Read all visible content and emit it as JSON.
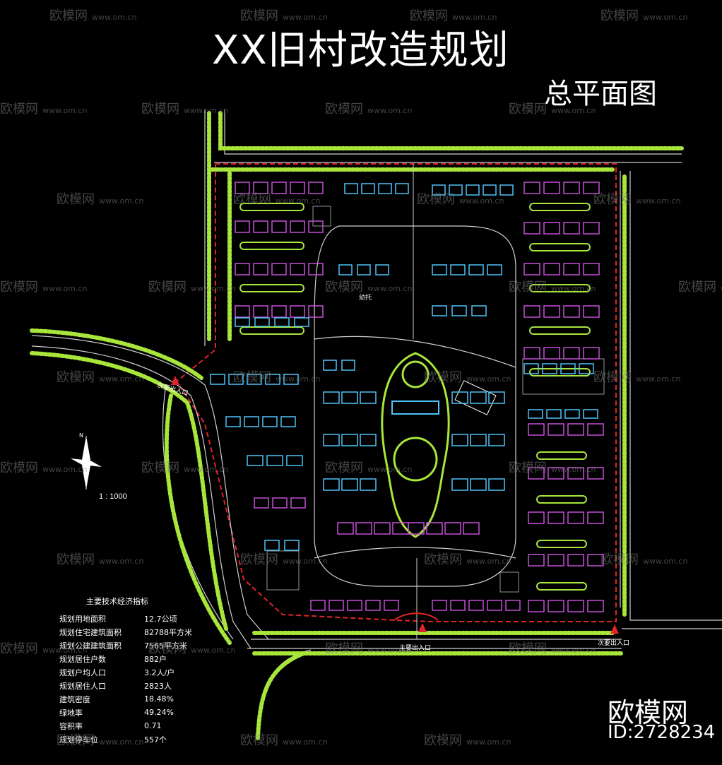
{
  "title": "XX旧村改造规划",
  "subtitle": "总平面图",
  "scale": "1 : 1000",
  "north_label": "N",
  "entrance_main": "主要出入口",
  "entrance_secondary": "次要出入口",
  "entrance_west": "次要出入口",
  "kindergarten_label": "幼托",
  "table": {
    "title": "主要技术经济指标",
    "rows": [
      {
        "label": "规划用地面积",
        "value": "12.7公顷"
      },
      {
        "label": "规划住宅建筑面积",
        "value": "82788平方米"
      },
      {
        "label": "规划公建建筑面积",
        "value": "7565平方米"
      },
      {
        "label": "规划居住户数",
        "value": "882户"
      },
      {
        "label": "规划户均人口",
        "value": "3.2人/户"
      },
      {
        "label": "规划居住人口",
        "value": "2823人"
      },
      {
        "label": "建筑密度",
        "value": "18.48%"
      },
      {
        "label": "绿地率",
        "value": "49.24%"
      },
      {
        "label": "容积率",
        "value": "0.71"
      },
      {
        "label": "规划停车位",
        "value": "557个"
      }
    ]
  },
  "brand": "欧模网",
  "brand_id": "ID:2728234",
  "watermark": {
    "text": "欧模网",
    "domain": "www.om.cn"
  },
  "colors": {
    "background": "#000000",
    "green": "#a8e63a",
    "red": "#e0242a",
    "building_blue": "#4fc3f7",
    "building_pink": "#c54fd8",
    "white": "#ffffff"
  }
}
